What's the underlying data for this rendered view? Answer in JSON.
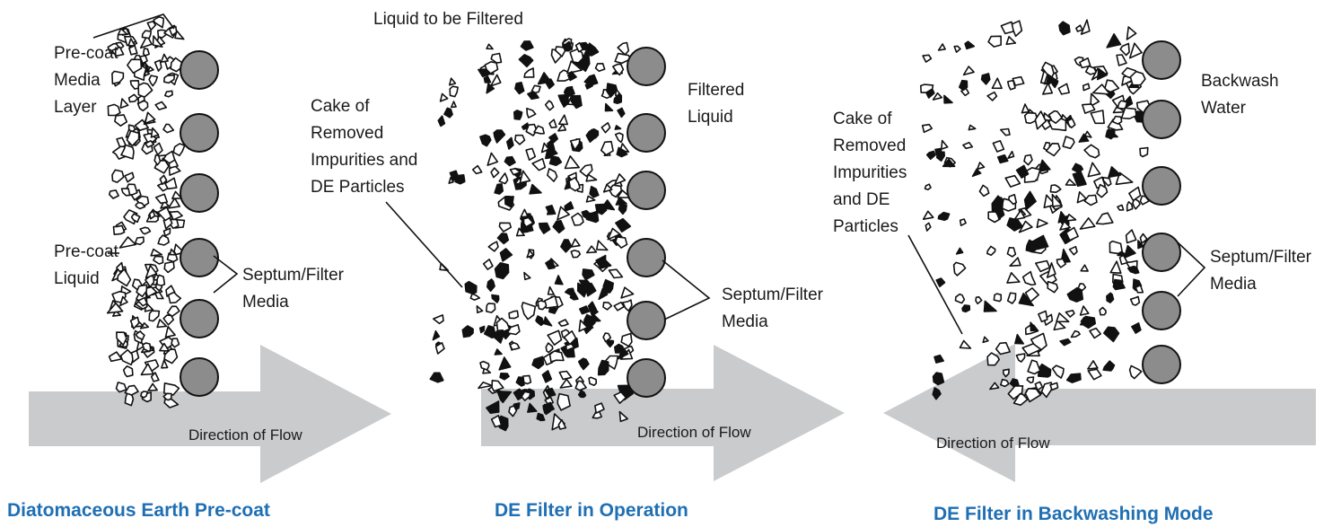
{
  "colors": {
    "arrow": "#c9cbcd",
    "septum_circle": "#8c8c8c",
    "particle_outline": "#111111",
    "impurity": "#111111",
    "title": "#1f6fb4"
  },
  "panels": [
    {
      "title": "Diatomaceous Earth Pre-coat",
      "flow_label": "Direction of Flow",
      "flow_direction": "right",
      "labels": {
        "precoat_media": "Pre-coat\nMedia\nLayer",
        "precoat_liquid": "Pre-coat\nLiquid",
        "septum": "Septum/Filter\nMedia"
      }
    },
    {
      "title": "DE Filter in Operation",
      "flow_label": "Direction of Flow",
      "flow_direction": "right",
      "labels": {
        "liquid_in": "Liquid to be Filtered",
        "cake": "Cake of\nRemoved\nImpurities and\nDE Particles",
        "filtered": "Filtered\nLiquid",
        "septum": "Septum/Filter\nMedia"
      }
    },
    {
      "title": "DE Filter in Backwashing Mode",
      "flow_label": "Direction of Flow",
      "flow_direction": "left",
      "labels": {
        "backwash": "Backwash\nWater",
        "cake": "Cake of\nRemoved\nImpurities\nand DE\nParticles",
        "septum": "Septum/Filter\nMedia"
      }
    }
  ]
}
